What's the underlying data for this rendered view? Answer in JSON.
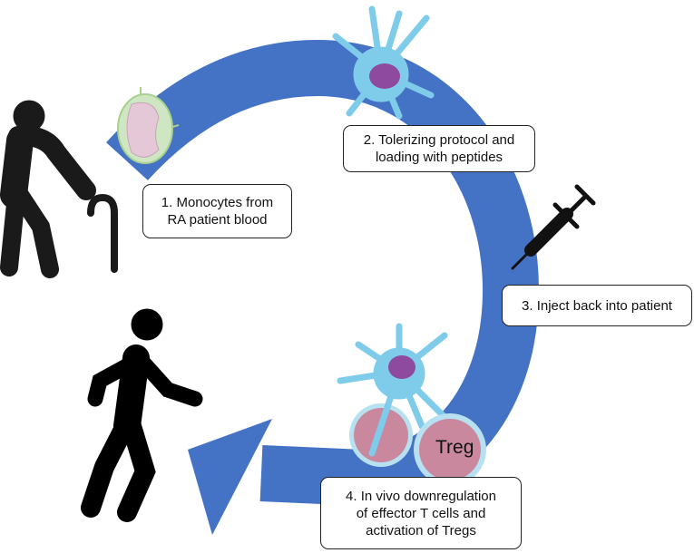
{
  "steps": [
    {
      "label": "1. Monocytes from\nRA patient blood"
    },
    {
      "label": "2. Tolerizing protocol and\nloading with peptides"
    },
    {
      "label": "3. Inject back into patient"
    },
    {
      "label": "4. In vivo  downregulation\nof effector T cells and\nactivation of Tregs"
    }
  ],
  "cell_label": "Treg",
  "colors": {
    "arrow": "#4472C4",
    "dendritic": "#7FCBEA",
    "nucleus": "#8E4A9E",
    "tcell": "#C9889E",
    "monocyte": "#CFE6C2"
  }
}
